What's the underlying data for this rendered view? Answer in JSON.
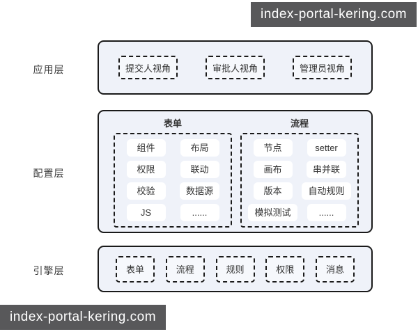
{
  "watermark": {
    "text": "index-portal-kering.com",
    "bg_color": "#58585a",
    "text_color": "#ffffff"
  },
  "colors": {
    "layer_fill": "#eff2f9",
    "border": "#1a1a1a",
    "chip_fill": "#ffffff",
    "text": "#333333"
  },
  "layers": [
    {
      "name": "应用层",
      "items": [
        "提交人视角",
        "审批人视角",
        "管理员视角"
      ]
    },
    {
      "name": "配置层",
      "groups": [
        {
          "title": "表单",
          "items": [
            "组件",
            "布局",
            "权限",
            "联动",
            "校验",
            "数据源",
            "JS",
            "......"
          ]
        },
        {
          "title": "流程",
          "items": [
            "节点",
            "setter",
            "画布",
            "串并联",
            "版本",
            "自动规则",
            "模拟测试",
            "......"
          ]
        }
      ]
    },
    {
      "name": "引擎层",
      "items": [
        "表单",
        "流程",
        "规则",
        "权限",
        "消息"
      ]
    }
  ]
}
